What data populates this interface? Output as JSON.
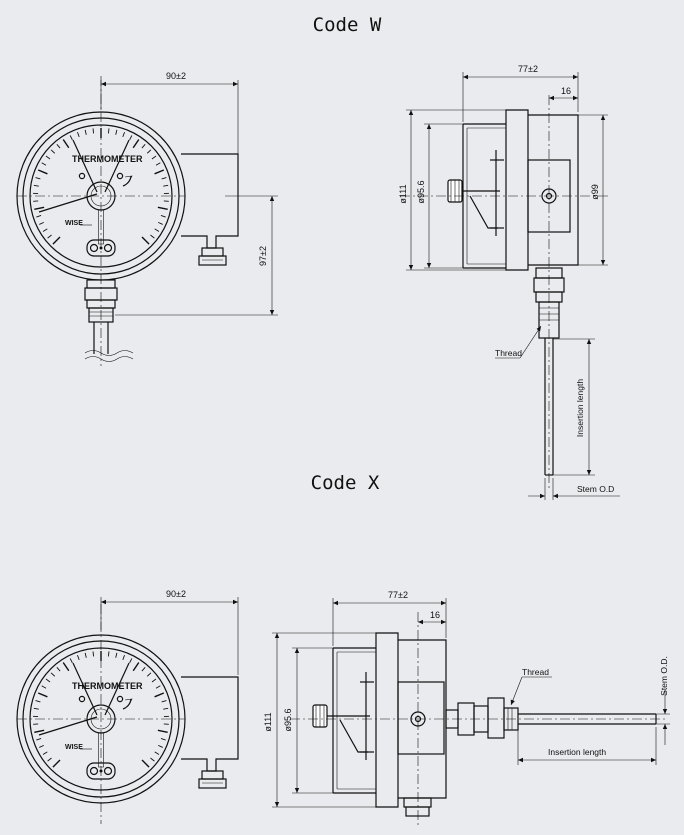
{
  "code_w": {
    "title": "Code W",
    "dim_width": "90±2",
    "dim_height": "97±2",
    "dim_depth": "77±2",
    "dim_16": "16",
    "dim_d111": "ø111",
    "dim_d956": "ø95.6",
    "dim_d99": "ø99",
    "thread": "Thread",
    "insertion": "Insertion  length",
    "stem": "Stem  O.D",
    "dial_label": "THERMOMETER",
    "brand": "WISE"
  },
  "code_x": {
    "title": "Code X",
    "dim_width": "90±2",
    "dim_depth": "77±2",
    "dim_16": "16",
    "dim_d111": "ø111",
    "dim_d956": "ø95.6",
    "thread": "Thread",
    "insertion": "Insertion  length",
    "stem": "Stem  O.D.",
    "dial_label": "THERMOMETER",
    "brand": "WISE"
  }
}
